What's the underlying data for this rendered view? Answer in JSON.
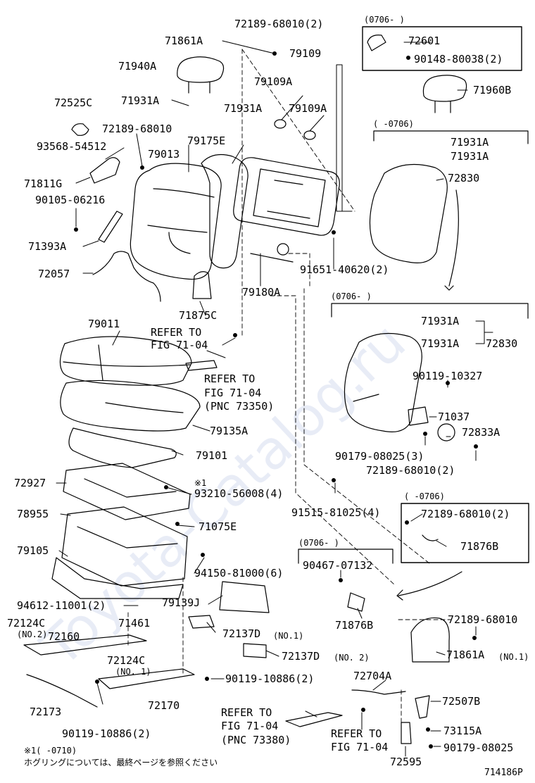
{
  "diagram_id": "714186P",
  "parts": {
    "p72189_68010_2_top": "72189-68010(2)",
    "p71861A_top": "71861A",
    "p71940A": "71940A",
    "p79109": "79109",
    "p79109A_1": "79109A",
    "p79109A_2": "79109A",
    "p72525C": "72525C",
    "p71931A_l1": "71931A",
    "p71931A_l2": "71931A",
    "p72189_68010_mid": "72189-68010",
    "p93568_54512": "93568-54512",
    "p79013": "79013",
    "p79175E": "79175E",
    "p71811G": "71811G",
    "p90105_06216": "90105-06216",
    "p71393A": "71393A",
    "p72057": "72057",
    "p91651_40620_2": "91651-40620(2)",
    "p79180A": "79180A",
    "p71875C": "71875C",
    "p79011": "79011",
    "p79135A": "79135A",
    "p79101": "79101",
    "p72927": "72927",
    "p93210_56008_4": "93210-56008(4)",
    "p78955": "78955",
    "p71075E": "71075E",
    "p79105": "79105",
    "p94150_81000_6": "94150-81000(6)",
    "p94612_11001_2": "94612-11001(2)",
    "p79139J": "79139J",
    "p72124C_1": "72124C",
    "p71461": "71461",
    "p72137D_1": "72137D",
    "p72160": "72160",
    "p72124C_2": "72124C",
    "p72137D_2": "72137D",
    "p90119_10886_2_a": "90119-10886(2)",
    "p72173": "72173",
    "p72170": "72170",
    "p90119_10886_2_b": "90119-10886(2)",
    "p72601": "72601",
    "p90148_80038_2": "90148-80038(2)",
    "p71960B": "71960B",
    "p71931A_r1": "71931A",
    "p71931A_r2": "71931A",
    "p72830_a": "72830",
    "p71931A_r3": "71931A",
    "p71931A_r4": "71931A",
    "p72830_b": "72830",
    "p90119_10327": "90119-10327",
    "p71037": "71037",
    "p72833A": "72833A",
    "p90179_08025_3": "90179-08025(3)",
    "p72189_68010_2_r": "72189-68010(2)",
    "p91515_81025_4": "91515-81025(4)",
    "p72189_68010_2_box": "72189-68010(2)",
    "p71876B_a": "71876B",
    "p90467_07132": "90467-07132",
    "p71876B_b": "71876B",
    "p72189_68010_r2": "72189-68010",
    "p71861A_r": "71861A",
    "p72704A": "72704A",
    "p72507B": "72507B",
    "p73115A": "73115A",
    "p90179_08025": "90179-08025",
    "p72595": "72595"
  },
  "qualifiers": {
    "no1_a": "(NO.1)",
    "no2_a": "(NO.2)",
    "no2_b": "(NO. 2)",
    "no1_b": "(NO. 1)",
    "no1_c": "(NO.1)",
    "star1": "※1"
  },
  "date_codes": {
    "top": "(0706-      )",
    "right_upper": "(      -0706)",
    "right_mid": "(0706-      )",
    "box_right": "(      -0706)",
    "lower": "(0706-      )"
  },
  "refs": {
    "r1_l1": "REFER TO",
    "r1_l2": "FIG 71-04",
    "r2_l1": "REFER TO",
    "r2_l2": "FIG 71-04",
    "r2_l3": "(PNC 73350)",
    "r3_l1": "REFER TO",
    "r3_l2": "FIG 71-04",
    "r3_l3": "(PNC 73380)",
    "r4_l1": "REFER TO",
    "r4_l2": "FIG 71-04"
  },
  "footer": {
    "note1": "※1(      -0710)",
    "note2": "ホグリングについては、最終ページを参照ください"
  },
  "watermark": "Toyota-Catalog.ru"
}
